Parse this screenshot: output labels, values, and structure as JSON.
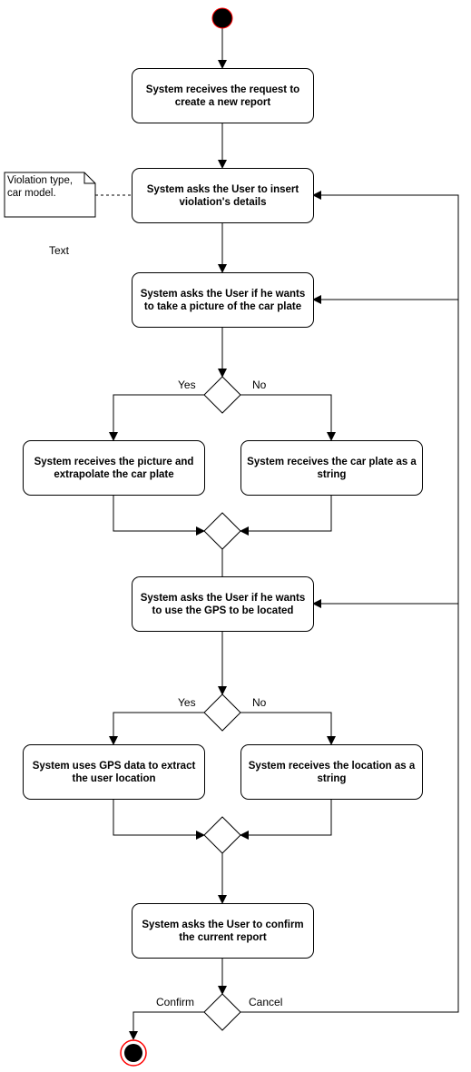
{
  "nodes": {
    "create_request": "System receives the request to create a new report",
    "insert_details": "System asks the User to insert violation's details",
    "ask_picture": "System asks the User if he wants to take a picture of the car plate",
    "receive_picture": "System receives the picture and extrapolate the car plate",
    "receive_plate_string": "System receives the car plate as a string",
    "ask_gps": "System asks the User if he wants to use the GPS to be located",
    "use_gps": "System uses GPS data to extract the user location",
    "receive_location_string": "System receives the location as a string",
    "confirm_report": "System asks the User to confirm the current report"
  },
  "edge_labels": {
    "yes_1": "Yes",
    "no_1": "No",
    "yes_2": "Yes",
    "no_2": "No",
    "confirm": "Confirm",
    "cancel": "Cancel"
  },
  "note": {
    "line1": "Violation type,",
    "line2": "car model."
  },
  "floating_text": "Text"
}
